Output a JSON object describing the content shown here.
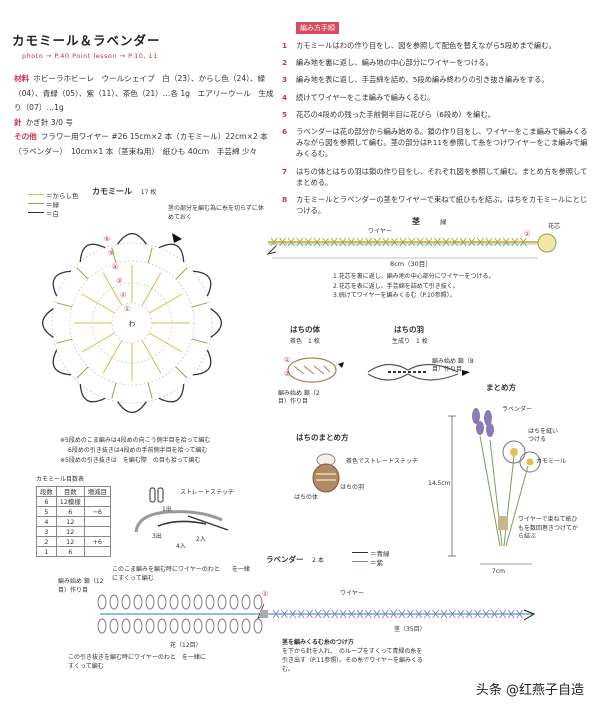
{
  "header": {
    "title": "カモミール＆ラベンダー",
    "photo_line": "photo → P.40  Point lesson → P.10, 11"
  },
  "materials": {
    "label_material": "材料",
    "material_text": "ホビーラホビーレ　ウールシェイプ　白（23）、からし色（24）、緑（04）、青緑（05）、紫（11）、茶色（21）…各 1g　エアリーウール　生成り（07）…1g",
    "label_needle": "針",
    "needle_text": "かぎ針 3/0 号",
    "label_other": "その他",
    "other_text": "フラワー用ワイヤー #26 15cm×2 本（カモミール）22cm×2 本（ラベンダー）　10cm×1 本（茎束ね用）　紙ひも 40cm　手芸綿 少々"
  },
  "steps": {
    "title": "編み方手順",
    "items": [
      {
        "num": "1",
        "text": "カモミールはわの作り目をし、図を参照して配色を替えながら5段めまで編む。"
      },
      {
        "num": "2",
        "text": "編み地を裏に返し、編み地の中心部分にワイヤーをつける。"
      },
      {
        "num": "3",
        "text": "編み地を表に返し、手芸綿を詰め、5段め編み終わりの引き抜き編みをする。"
      },
      {
        "num": "4",
        "text": "続けてワイヤーをこま編みで編みくるむ。"
      },
      {
        "num": "5",
        "text": "花芯の4段めの残った手前側半目に花びら（6段め）を編む。"
      },
      {
        "num": "6",
        "text": "ラベンダーは花の部分から編み始める。鎖の作り目をし、ワイヤーをこま編みで編みくるみながら図を参照して編む。茎の部分はP.11を参照して糸をつけワイヤーをこま編みで編みくるむ。"
      },
      {
        "num": "7",
        "text": "はちの体とはちの羽は鎖の作り目をし、それぞれ図を参照して編む。まとめ方を参照してまとめる。"
      },
      {
        "num": "8",
        "text": "カモミールとラベンダーの茎をワイヤーで束ねて紙ひもを結ぶ。はちをカモミールにとじつける。"
      }
    ]
  },
  "chamomile": {
    "title": "カモミール",
    "count": "17 枚",
    "legend": [
      {
        "label": "＝からし色",
        "color": "#e0b84c"
      },
      {
        "label": "＝緑",
        "color": "#8aa84a"
      },
      {
        "label": "＝白",
        "color": "#333333"
      }
    ],
    "note_stem": "茎の部分を編む為に糸を切らずに休めておく",
    "center_label": "わ",
    "rounds": [
      "①",
      "②",
      "③",
      "④",
      "⑤",
      "⑥"
    ],
    "notes": [
      "※5段めのこま編みは4段めの向こう側半目を拾って編む",
      "6段めの引き抜きは4段めの手前側半目を拾って編む",
      "※5段めの引き抜きは　を編む際　の目も拾って編む"
    ]
  },
  "count_table": {
    "title": "カモミール目数表",
    "headers": [
      "段数",
      "目数",
      "増減目"
    ],
    "rows": [
      [
        "6",
        "12模様",
        ""
      ],
      [
        "5",
        "6",
        "−6"
      ],
      [
        "4",
        "12",
        ""
      ],
      [
        "3",
        "12",
        ""
      ],
      [
        "2",
        "12",
        "+6"
      ],
      [
        "1",
        "6",
        ""
      ]
    ]
  },
  "straight_stitch": {
    "title": "ストレートステッチ",
    "labels": [
      "1出",
      "2入",
      "3出",
      "4入"
    ]
  },
  "stem": {
    "title": "茎",
    "color": "緑",
    "wire_label": "ワイヤー",
    "center_label": "花芯",
    "length": "8cm（30目）",
    "notes": [
      "1.花芯を裏に返し、編み地の中心部分にワイヤーをつける。",
      "2.花芯を表に返し、手芸綿を詰めて引き抜く。",
      "3.続けてワイヤーを編みくるむ（P.10参照）。"
    ]
  },
  "bee_body": {
    "title": "はちの体",
    "color": "茶色　1 枚",
    "start": "編み始め 鎖（2目）作り目"
  },
  "bee_wing": {
    "title": "はちの羽",
    "color": "生成り　1 枚",
    "start": "編み始め 鎖（8目）作り目"
  },
  "bee_assembly": {
    "title": "はちのまとめ方",
    "stitch": "茶色でストレートステッチ",
    "wing": "はちの羽",
    "body": "はちの体"
  },
  "assembly": {
    "title": "まとめ方",
    "lavender": "ラベンダー",
    "bee_attach": "はちを縫いつける",
    "chamomile": "カモミール",
    "height": "14.5cm",
    "width": "7cm",
    "tie_note": "ワイヤーで束ねて紙ひもを数回巻きつけてから結ぶ"
  },
  "lavender": {
    "title": "ラベンダー",
    "count": "2 本",
    "legend": [
      {
        "label": "＝青緑",
        "color": "#333333"
      },
      {
        "label": "＝紫",
        "color": "#8a7ab8"
      }
    ],
    "note_top": "このこま編みを編む時にワイヤーのわと　　を一緒にすくって編む",
    "start": "編み始め 鎖（12目）作り目",
    "wire_label": "ワイヤー",
    "flower_len": "花（12目）",
    "stem_len": "茎（35目）",
    "note_bottom": "この引き抜きを編む時にワイヤーのわと　を一緒にすくって編む",
    "attach_title": "茎を編みくるむ糸のつけ方",
    "attach_text": "を下から針を入れ、　のループをすくって青緑の糸を引き出す（P.11参照）。その糸でワイヤーを編みくるむ。"
  },
  "watermark": "头条 @红燕子自造"
}
